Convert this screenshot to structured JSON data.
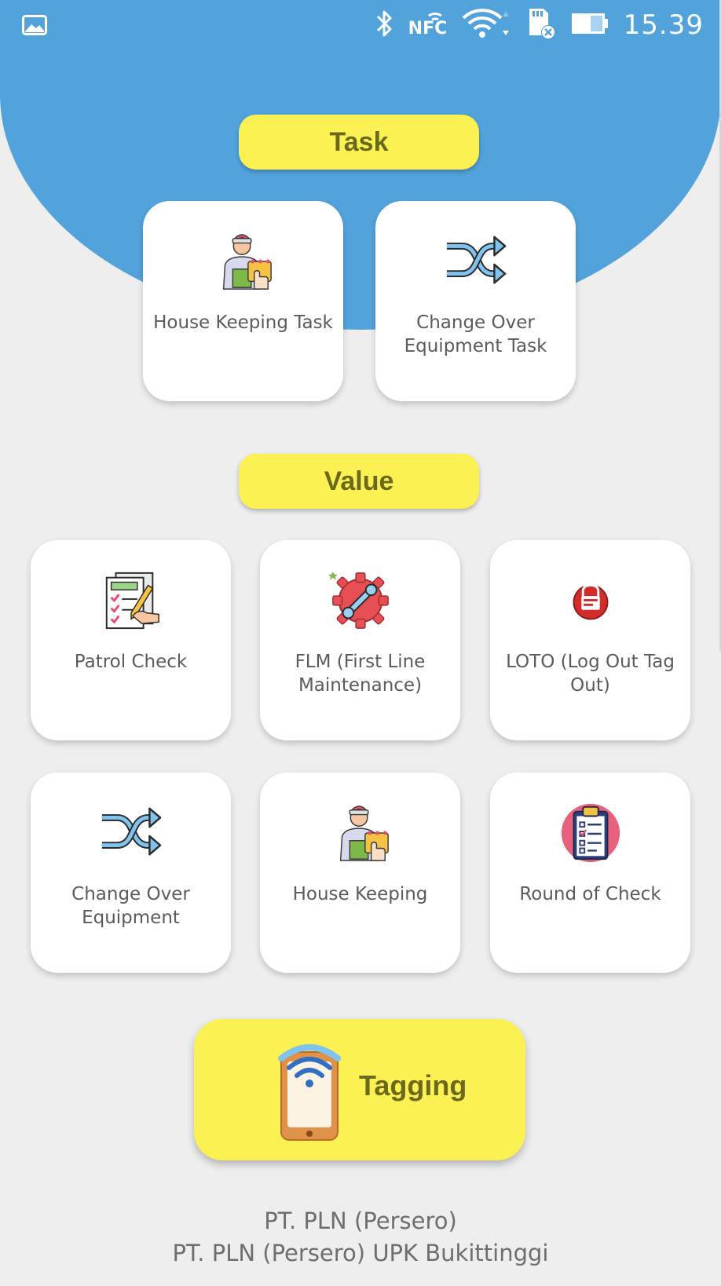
{
  "status_bar": {
    "time": "15.39",
    "nfc_label": "NFC",
    "icons": [
      "image-icon",
      "bluetooth-icon",
      "nfc-icon",
      "wifi-icon",
      "sd-card-icon",
      "battery-icon"
    ]
  },
  "task_section": {
    "title": "Task",
    "items": [
      {
        "label": "House Keeping Task",
        "icon": "housekeeper-icon"
      },
      {
        "label": "Change Over Equipment Task",
        "icon": "shuffle-icon"
      }
    ]
  },
  "value_section": {
    "title": "Value",
    "items": [
      {
        "label": "Patrol Check",
        "icon": "checklist-icon"
      },
      {
        "label": "FLM (First Line Maintenance)",
        "icon": "gear-wrench-icon"
      },
      {
        "label": "LOTO (Log Out Tag Out)",
        "icon": "padlock-icon"
      },
      {
        "label": "Change Over Equipment",
        "icon": "shuffle-icon"
      },
      {
        "label": "House Keeping",
        "icon": "housekeeper-icon"
      },
      {
        "label": "Round of Check",
        "icon": "clipboard-icon"
      }
    ]
  },
  "tagging": {
    "label": "Tagging",
    "icon": "nfc-phone-icon"
  },
  "footer": {
    "line1": "PT. PLN (Persero)",
    "line2": "PT. PLN (Persero) UPK Bukittinggi"
  },
  "colors": {
    "header_blue": "#52a3dc",
    "accent_yellow": "#fcf152",
    "pill_text": "#6b6a1c",
    "background": "#eeeeee"
  }
}
